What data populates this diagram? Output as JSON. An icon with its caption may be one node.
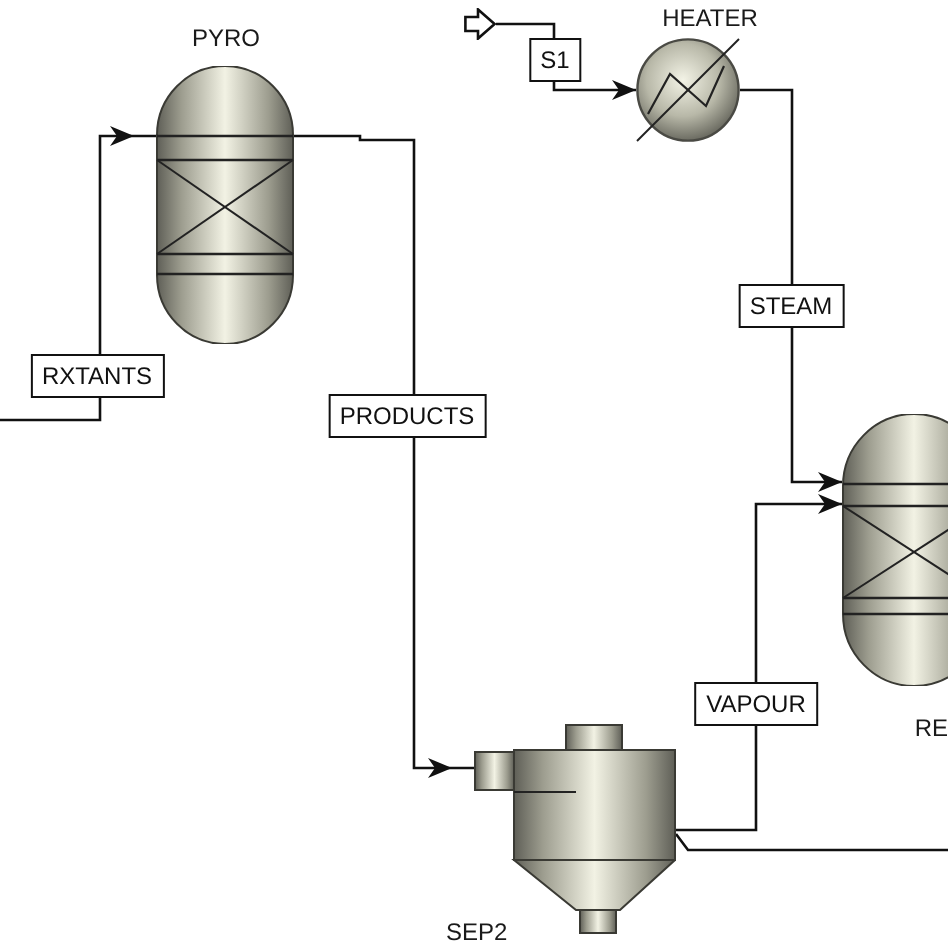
{
  "diagram": {
    "nodes": [
      {
        "text": [
          "PYRO"
        ]
      },
      {
        "text": [],
        "shape": "arrow"
      },
      {
        "text": [
          "HEATER"
        ]
      },
      {
        "text": [
          "RE"
        ]
      },
      {
        "text": [
          "SEP2"
        ]
      }
    ],
    "edges": [
      {
        "from": null,
        "to": 0,
        "arrow": "to",
        "label": "RXTANTS"
      },
      {
        "from": 0,
        "to": 4,
        "arrow": "to",
        "label": "PRODUCTS"
      },
      {
        "from": 1,
        "to": 2,
        "arrow": "to",
        "label": "S1"
      },
      {
        "from": 2,
        "to": 3,
        "arrow": "to",
        "label": "STEAM"
      },
      {
        "from": 4,
        "to": 3,
        "arrow": "to",
        "label": "VAPOUR"
      },
      {
        "from": 4,
        "to": null,
        "arrow": "none"
      }
    ]
  }
}
